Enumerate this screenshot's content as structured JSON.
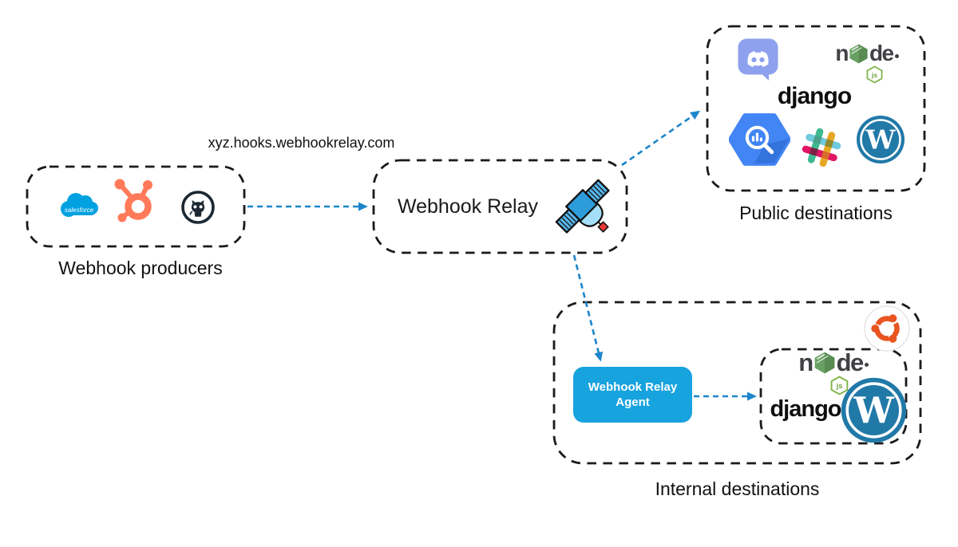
{
  "diagram": {
    "domain_label": "xyz.hooks.webhookrelay.com",
    "producers": {
      "label": "Webhook producers",
      "icons": [
        "salesforce-icon",
        "hubspot-icon",
        "github-icon"
      ]
    },
    "relay": {
      "label": "Webhook Relay",
      "icon": "satellite-icon"
    },
    "public_destinations": {
      "label": "Public destinations",
      "icons": [
        "discord-icon",
        "nodejs-logo",
        "django-logo",
        "google-bigquery-icon",
        "slack-icon",
        "wordpress-icon"
      ]
    },
    "internal_destinations": {
      "label": "Internal destinations",
      "agent_label": "Webhook Relay Agent",
      "host_icon": "ubuntu-icon",
      "icons": [
        "nodejs-logo",
        "django-logo",
        "wordpress-icon"
      ]
    }
  },
  "logos": {
    "salesforce": "salesforce",
    "django": "django",
    "node_left": "n",
    "node_right": "de",
    "node_badge": "js",
    "wordpress_w": "W"
  },
  "colors": {
    "arrow_blue": "#1C85CB",
    "box_border": "#1a1a1a",
    "agent_bg": "#17A3DE",
    "agent_text": "#ffffff",
    "salesforce_blue": "#00A1E0",
    "hubspot_orange": "#FF7A59",
    "github_dark": "#1B2732",
    "discord_blurple": "#8EA1EE",
    "node_green": "#68A063",
    "bigquery_blue": "#4285F4",
    "slack_teal": "#6ECADC",
    "slack_yellow": "#E8A723",
    "slack_pink": "#E01563",
    "slack_green": "#3EB991",
    "wordpress_blue": "#2179A8",
    "ubuntu_orange": "#E95420",
    "satellite_red": "#E53935"
  }
}
